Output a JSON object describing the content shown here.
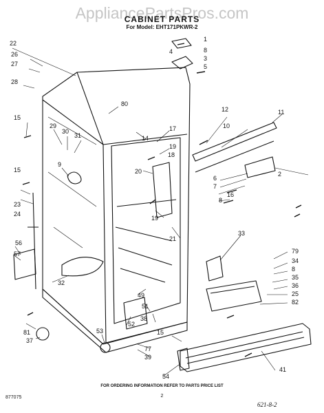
{
  "watermark": "AppliancePartsPros.com",
  "title": "CABINET PARTS",
  "model_line": "For Model: EHT171PKWR-2",
  "footer_note": "FOR ORDERING INFORMATION REFER TO PARTS PRICE LIST",
  "page_number": "2",
  "doc_code": "877075",
  "handwritten": "621-8-2",
  "callouts": [
    "1",
    "8",
    "3",
    "5",
    "4",
    "22",
    "26",
    "27",
    "28",
    "80",
    "12",
    "11",
    "10",
    "17",
    "14",
    "15",
    "29",
    "30",
    "31",
    "19",
    "18",
    "20",
    "9",
    "2",
    "6",
    "7",
    "16",
    "8",
    "15",
    "23",
    "24",
    "19",
    "21",
    "33",
    "79",
    "34",
    "8",
    "35",
    "36",
    "25",
    "82",
    "56",
    "57",
    "32",
    "49",
    "51",
    "38",
    "52",
    "81",
    "37",
    "53",
    "77",
    "39",
    "15",
    "54",
    "41"
  ]
}
